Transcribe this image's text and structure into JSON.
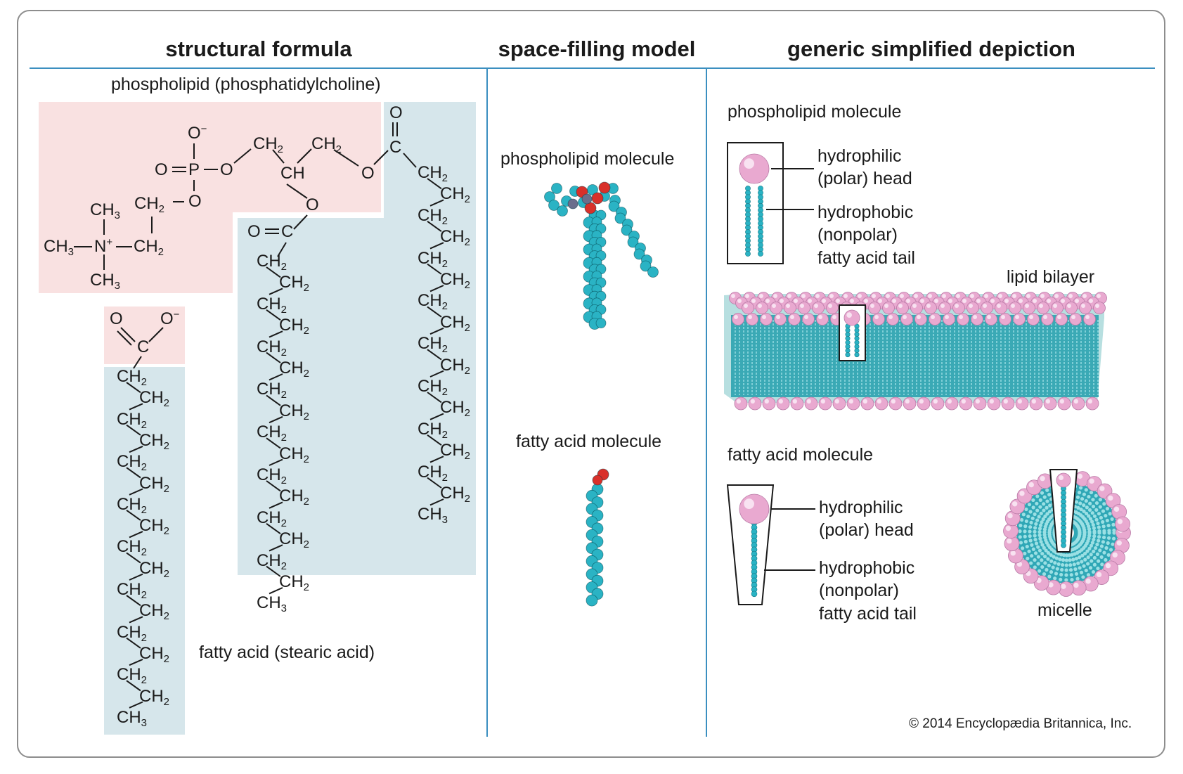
{
  "titles": {
    "structural": "structural formula",
    "space_filling": "space-filling model",
    "generic": "generic simplified depiction"
  },
  "structural": {
    "phospholipid_title": "phospholipid (phosphatidylcholine)",
    "fatty_acid_title": "fatty acid (stearic acid)",
    "head_atoms": {
      "o_minus": "O",
      "p": "P",
      "o_double": "O",
      "o_link1": "O",
      "o_link2": "O",
      "ch2_glyc1": "CH",
      "ch2_glyc2": "CH",
      "ch_center": "CH",
      "o_ester_left": "O",
      "o_ester_right": "O",
      "o_carbonyl_right": "O",
      "c_right": "C",
      "o_carbonyl_left": "O",
      "c_left": "C",
      "ch3_top": "CH",
      "ch3_left": "CH",
      "n": "N",
      "ch3_bottom": "CH",
      "ch2_upper": "CH",
      "ch2_lower": "CH",
      "o_choline": "O"
    },
    "subscripts": {
      "two": "2",
      "three": "3"
    },
    "charge": {
      "minus": "−",
      "plus": "+"
    },
    "left_chain_units": [
      "CH",
      "CH",
      "CH",
      "CH",
      "CH",
      "CH",
      "CH",
      "CH",
      "CH",
      "CH",
      "CH",
      "CH",
      "CH",
      "CH",
      "CH",
      "CH",
      "CH"
    ],
    "right_chain_units": [
      "CH",
      "CH",
      "CH",
      "CH",
      "CH",
      "CH",
      "CH",
      "CH",
      "CH",
      "CH",
      "CH",
      "CH",
      "CH",
      "CH",
      "CH",
      "CH",
      "CH"
    ],
    "stearic_head": {
      "o_left": "O",
      "o_right": "O",
      "c": "C"
    },
    "stearic_chain_units": [
      "CH",
      "CH",
      "CH",
      "CH",
      "CH",
      "CH",
      "CH",
      "CH",
      "CH",
      "CH",
      "CH",
      "CH",
      "CH",
      "CH",
      "CH",
      "CH",
      "CH"
    ]
  },
  "space_filling": {
    "phospholipid_label": "phospholipid molecule",
    "fatty_acid_label": "fatty acid molecule"
  },
  "generic": {
    "phospholipid_label": "phospholipid molecule",
    "hydrophilic_1": "hydrophilic",
    "polar_head_1": "(polar) head",
    "hydrophobic_1": "hydrophobic",
    "nonpolar_1": "(nonpolar)",
    "tail_1": "fatty acid tail",
    "bilayer_label": "lipid bilayer",
    "fatty_acid_label": "fatty acid molecule",
    "hydrophilic_2": "hydrophilic",
    "polar_head_2": "(polar) head",
    "hydrophobic_2": "hydrophobic",
    "nonpolar_2": "(nonpolar)",
    "tail_2": "fatty acid tail",
    "micelle_label": "micelle"
  },
  "copyright": "© 2014 Encyclopædia Britannica, Inc.",
  "colors": {
    "head_pink": "#e9a9d0",
    "tail_teal": "#2ab3c4",
    "oxygen_red": "#d9302a",
    "divider_blue": "#3b8fc0",
    "bg_pink": "#f9e1e1",
    "bg_blue": "#d6e6eb"
  }
}
